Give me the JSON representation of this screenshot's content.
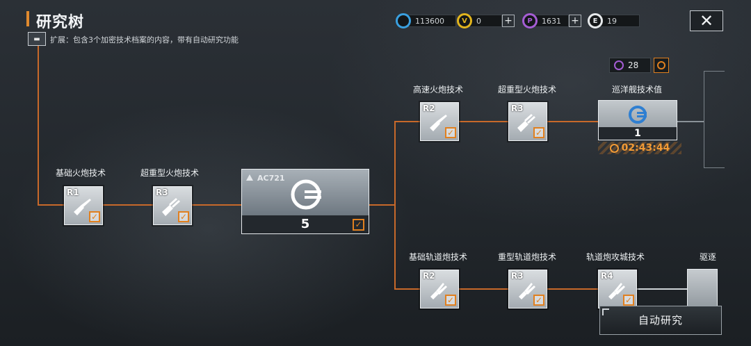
{
  "header": {
    "title": "研究树",
    "subtitle": "扩展：包含3个加密技术档案的内容，带有自动研究功能",
    "extension_icon": "blueprint-icon"
  },
  "currencies": [
    {
      "icon": "g-coin-icon",
      "value": "113600",
      "color": "#3aa0e0"
    },
    {
      "icon": "gold-coin-icon",
      "value": "0",
      "color": "#e2b51d"
    },
    {
      "icon": "purple-coin-icon",
      "value": "1631",
      "color": "#a55dd4"
    },
    {
      "icon": "e-coin-icon",
      "value": "19",
      "color": "#e6e9eb"
    }
  ],
  "plus_label": "+",
  "close_label": "✕",
  "nodes": {
    "basic_cannon": {
      "label": "基础火炮技术",
      "rank": "R1"
    },
    "super_heavy_cannon_left": {
      "label": "超重型火炮技术",
      "rank": "R3"
    },
    "center": {
      "code": "AC721",
      "value": "5"
    },
    "high_speed_cannon": {
      "label": "高速火炮技术",
      "rank": "R2"
    },
    "super_heavy_cannon_right": {
      "label": "超重型火炮技术",
      "rank": "R3"
    },
    "cruiser_tech": {
      "label": "巡洋舰技术值",
      "value": "1",
      "timer": "02:43:44",
      "cost": "28"
    },
    "basic_railgun": {
      "label": "基础轨道炮技术",
      "rank": "R2"
    },
    "heavy_railgun": {
      "label": "重型轨道炮技术",
      "rank": "R3"
    },
    "railgun_siege": {
      "label": "轨道炮攻城技术",
      "rank": "R4"
    },
    "destroyer": {
      "label": "驱逐"
    }
  },
  "check_mark": "✓",
  "auto_research_label": "自动研究",
  "colors": {
    "accent": "#e1801f",
    "line": "#c8692a"
  }
}
